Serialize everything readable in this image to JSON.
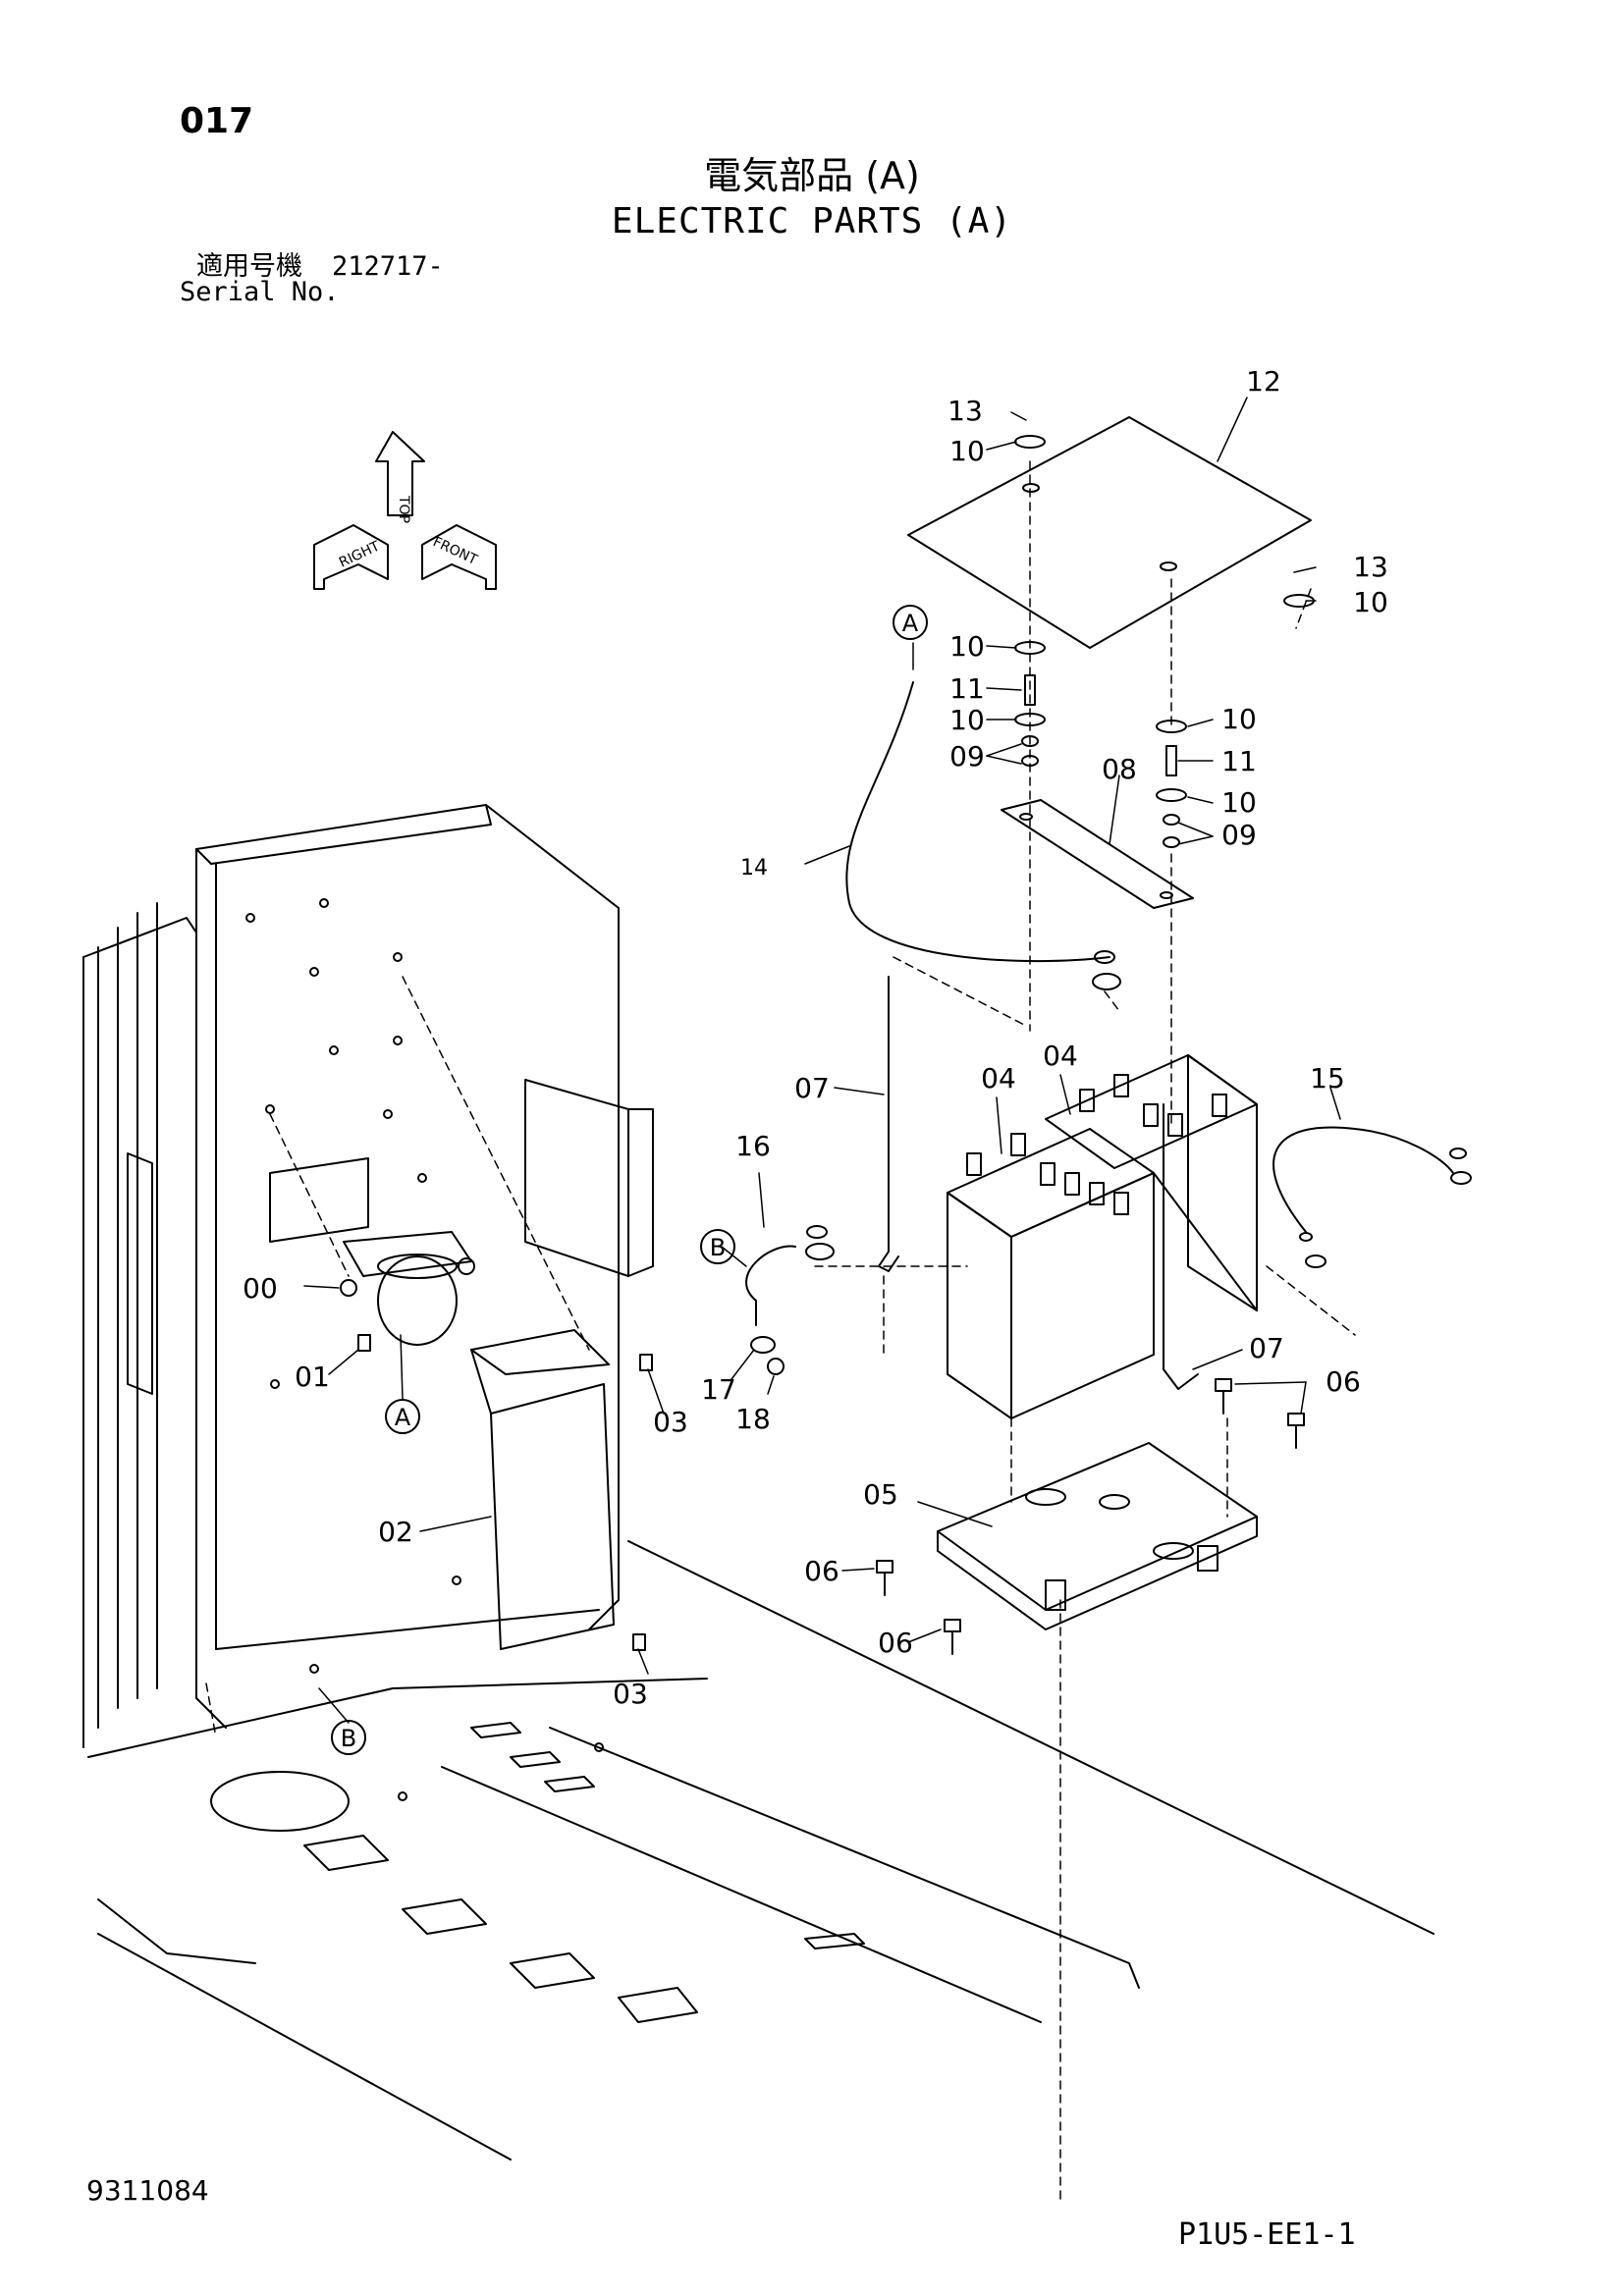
{
  "page": {
    "page_number": "017",
    "title_jp": "電気部品 (A)",
    "title_en": "ELECTRIC PARTS (A)",
    "serial_label_jp": "適用号機",
    "serial_value": "212717-",
    "serial_label_en": "Serial No.",
    "figure_number": "9311084",
    "document_code": "P1U5-EE1-1"
  },
  "orientation": {
    "top": "TOP",
    "right": "RIGHT",
    "front": "FRONT"
  },
  "callouts": [
    "00",
    "01",
    "02",
    "03",
    "03",
    "04",
    "04",
    "05",
    "06",
    "06",
    "06",
    "07",
    "07",
    "08",
    "09",
    "09",
    "10",
    "10",
    "10",
    "10",
    "10",
    "10",
    "11",
    "11",
    "12",
    "13",
    "13",
    "14",
    "15",
    "16",
    "17",
    "18"
  ],
  "connectors": [
    "A",
    "A",
    "B",
    "B"
  ]
}
